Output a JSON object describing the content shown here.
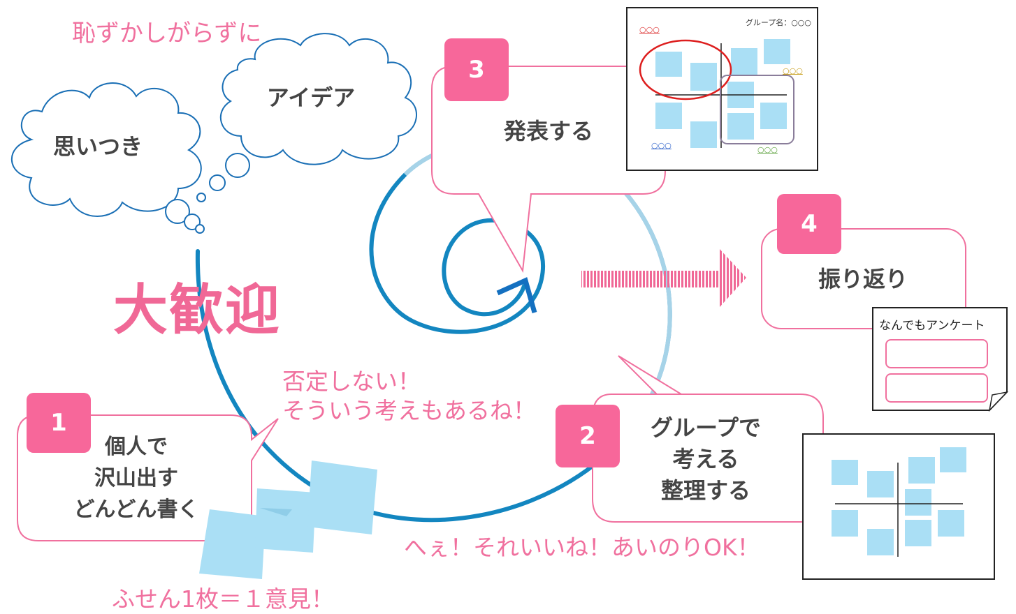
{
  "top_phrase": "恥ずかしがらずに",
  "cloud_left": "思いつき",
  "cloud_right": "アイデア",
  "big_welcome": "大歓迎",
  "step1": {
    "number": "1",
    "lines": [
      "個人で",
      "沢山出す",
      "どんどん書く"
    ]
  },
  "step2": {
    "number": "2",
    "lines": [
      "グループで",
      "考える",
      "整理する"
    ]
  },
  "step3": {
    "number": "3",
    "label": "発表する"
  },
  "step4": {
    "number": "4",
    "label": "振り返り"
  },
  "remarks": {
    "no_deny_1": "否定しない！",
    "no_deny_2": "そういう考えもあるね！",
    "agree": "へぇ！それいいね！あいのりOK！",
    "sticky_rule": "ふせん1枚＝１意見！"
  },
  "board_top": {
    "group_name": "グループ名：○○○",
    "tag_red": "○○○",
    "tag_yellow": "○○○",
    "tag_blue": "○○○",
    "tag_green": "○○○"
  },
  "survey": {
    "title": "なんでもアンケート"
  },
  "colors": {
    "pink": "#f7679a",
    "pink_text": "#f0709e",
    "spiral": "#1386c0",
    "sticky": "#a9dff5"
  }
}
